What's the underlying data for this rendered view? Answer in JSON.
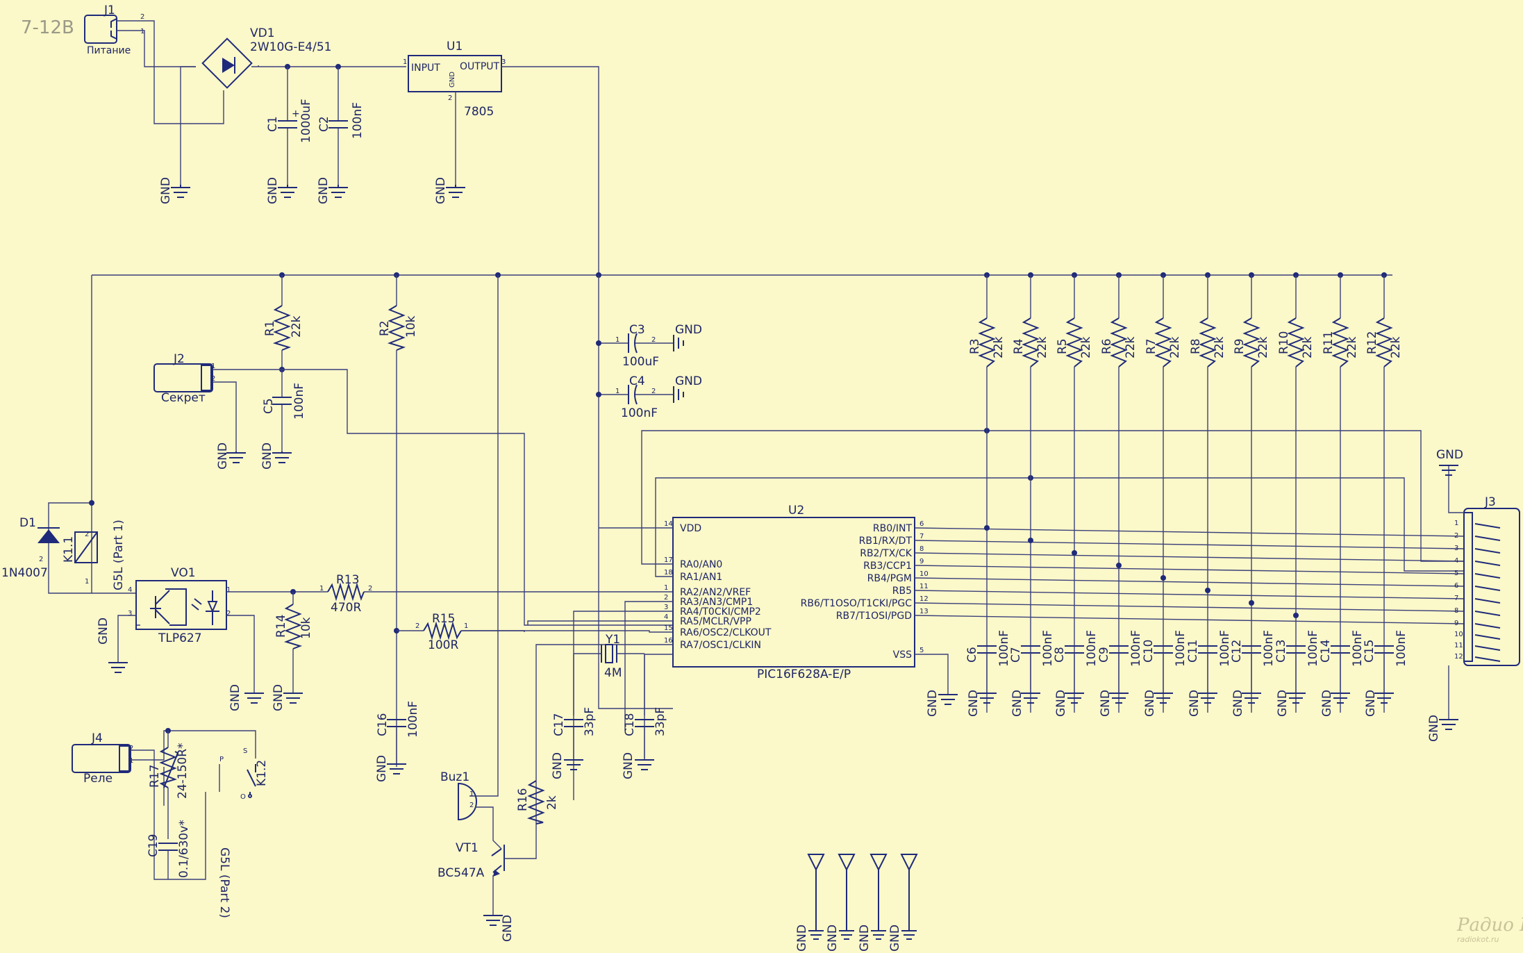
{
  "header": {
    "voltage": "7-12В"
  },
  "watermark": {
    "line1": "Радио КОТ",
    "line2": "radiokot.ru"
  },
  "gnd": "GND",
  "parts": {
    "J1": {
      "ref": "J1",
      "name": "Питание"
    },
    "VD1": {
      "ref": "VD1",
      "value": "2W10G-E4/51"
    },
    "U1": {
      "ref": "U1",
      "value": "7805",
      "input": "INPUT",
      "output": "OUTPUT",
      "gnd": "GND"
    },
    "C1": {
      "ref": "C1",
      "value": "1000uF"
    },
    "C2": {
      "ref": "C2",
      "value": "100nF"
    },
    "C3": {
      "ref": "C3",
      "value": "100uF"
    },
    "C4": {
      "ref": "C4",
      "value": "100nF"
    },
    "C5": {
      "ref": "C5",
      "value": "100nF"
    },
    "C16": {
      "ref": "C16",
      "value": "100nF"
    },
    "C17": {
      "ref": "C17",
      "value": "33pF"
    },
    "C18": {
      "ref": "C18",
      "value": "33pF"
    },
    "C19": {
      "ref": "C19",
      "value": "0.1/630v*"
    },
    "R1": {
      "ref": "R1",
      "value": "22k"
    },
    "R2": {
      "ref": "R2",
      "value": "10k"
    },
    "R13": {
      "ref": "R13",
      "value": "470R"
    },
    "R14": {
      "ref": "R14",
      "value": "10k"
    },
    "R15": {
      "ref": "R15",
      "value": "100R"
    },
    "R16": {
      "ref": "R16",
      "value": "2k"
    },
    "R17": {
      "ref": "R17",
      "value": "24-150R*"
    },
    "J2": {
      "ref": "J2",
      "name": "Секрет"
    },
    "J3": {
      "ref": "J3"
    },
    "J4": {
      "ref": "J4",
      "name": "Реле"
    },
    "D1": {
      "ref": "D1",
      "value": "1N4007"
    },
    "K1": {
      "ref": "K1.1",
      "value": "G5L (Part 1)"
    },
    "K12": {
      "ref": "K1.2",
      "value": "G5L (Part 2)",
      "p": "P",
      "s": "S",
      "o": "O"
    },
    "VO1": {
      "ref": "VO1",
      "value": "TLP627"
    },
    "Y1": {
      "ref": "Y1",
      "value": "4M"
    },
    "Buz1": {
      "ref": "Buz1"
    },
    "VT1": {
      "ref": "VT1",
      "value": "BC547A"
    },
    "U2": {
      "ref": "U2",
      "value": "PIC16F628A-E/P"
    }
  },
  "u2_left": [
    {
      "pin": "14",
      "name": "VDD"
    },
    {
      "pin": "17",
      "name": "RA0/AN0"
    },
    {
      "pin": "18",
      "name": "RA1/AN1"
    },
    {
      "pin": "1",
      "name": "RA2/AN2/VREF"
    },
    {
      "pin": "2",
      "name": "RA3/AN3/CMP1"
    },
    {
      "pin": "3",
      "name": "RA4/T0CKI/CMP2"
    },
    {
      "pin": "4",
      "name": "RA5/MCLR/VPP"
    },
    {
      "pin": "15",
      "name": "RA6/OSC2/CLKOUT"
    },
    {
      "pin": "16",
      "name": "RA7/OSC1/CLKIN"
    }
  ],
  "u2_right": [
    {
      "pin": "6",
      "name": "RB0/INT"
    },
    {
      "pin": "7",
      "name": "RB1/RX/DT"
    },
    {
      "pin": "8",
      "name": "RB2/TX/CK"
    },
    {
      "pin": "9",
      "name": "RB3/CCP1"
    },
    {
      "pin": "10",
      "name": "RB4/PGM"
    },
    {
      "pin": "11",
      "name": "RB5"
    },
    {
      "pin": "12",
      "name": "RB6/T1OSO/T1CKI/PGC"
    },
    {
      "pin": "13",
      "name": "RB7/T1OSI/PGD"
    },
    {
      "pin": "5",
      "name": "VSS"
    }
  ],
  "pullups": [
    {
      "r": "R3",
      "rv": "22k",
      "c": "C6",
      "cv": "100nF"
    },
    {
      "r": "R4",
      "rv": "22k",
      "c": "C7",
      "cv": "100nF"
    },
    {
      "r": "R5",
      "rv": "22k",
      "c": "C8",
      "cv": "100nF"
    },
    {
      "r": "R6",
      "rv": "22k",
      "c": "C9",
      "cv": "100nF"
    },
    {
      "r": "R7",
      "rv": "22k",
      "c": "C10",
      "cv": "100nF"
    },
    {
      "r": "R8",
      "rv": "22k",
      "c": "C11",
      "cv": "100nF"
    },
    {
      "r": "R9",
      "rv": "22k",
      "c": "C12",
      "cv": "100nF"
    },
    {
      "r": "R10",
      "rv": "22k",
      "c": "C13",
      "cv": "100nF"
    },
    {
      "r": "R11",
      "rv": "22k",
      "c": "C14",
      "cv": "100nF"
    },
    {
      "r": "R12",
      "rv": "22k",
      "c": "C15",
      "cv": "100nF"
    }
  ],
  "j3_pins": [
    "1",
    "2",
    "3",
    "4",
    "5",
    "6",
    "7",
    "8",
    "9",
    "10",
    "11",
    "12"
  ],
  "colors": {
    "background": "#fbf8c9",
    "ink": "#1f2a7a",
    "wire": "#3b3f7a"
  }
}
